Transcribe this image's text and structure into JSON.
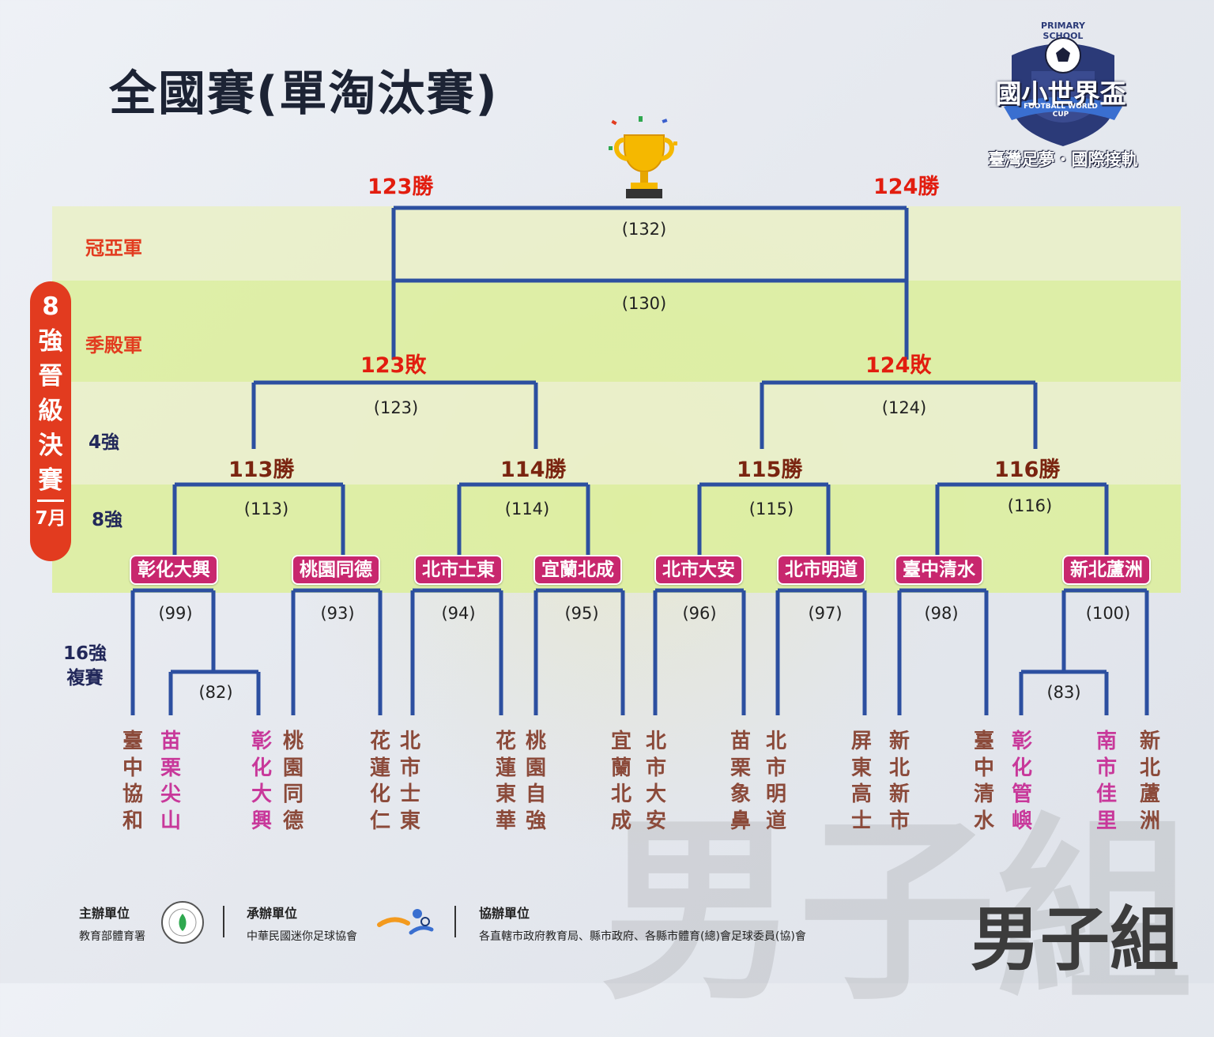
{
  "title": "全國賽(單淘汰賽)",
  "group_label": "男子組",
  "sidebar": {
    "vertical": "8強晉級決賽",
    "month": "7月"
  },
  "round_labels": {
    "final": "冠亞軍",
    "third": "季殿軍",
    "semi": "4強",
    "quarter": "8強",
    "r16": "16強\n複賽"
  },
  "result_labels": {
    "w123": "123勝",
    "w124": "124勝",
    "l123": "123敗",
    "l124": "124敗",
    "w113": "113勝",
    "w114": "114勝",
    "w115": "115勝",
    "w116": "116勝"
  },
  "games": {
    "g132": "(132)",
    "g130": "(130)",
    "g123": "(123)",
    "g124": "(124)",
    "g113": "(113)",
    "g114": "(114)",
    "g115": "(115)",
    "g116": "(116)",
    "g99": "(99)",
    "g93": "(93)",
    "g94": "(94)",
    "g95": "(95)",
    "g96": "(96)",
    "g97": "(97)",
    "g98": "(98)",
    "g100": "(100)",
    "g82": "(82)",
    "g83": "(83)"
  },
  "quarter_teams": [
    "彰化大興",
    "桃園同德",
    "北市士東",
    "宜蘭北成",
    "北市大安",
    "北市明道",
    "臺中清水",
    "新北蘆洲"
  ],
  "r16_teams": [
    "臺中協和",
    "苗栗尖山",
    "彰化大興",
    "桃園同德",
    "花蓮化仁",
    "北市士東",
    "花蓮東華",
    "桃園自強",
    "宜蘭北成",
    "北市大安",
    "苗栗象鼻",
    "北市明道",
    "屏東高士",
    "新北新市",
    "臺中清水",
    "彰化管嶼",
    "南市佳里",
    "新北蘆洲"
  ],
  "logo": {
    "school": "PRIMARY SCHOOL",
    "main": "國小世界盃",
    "sub": "FOOTBALL WORLD CUP",
    "tagline": "臺灣足夢・國際接軌"
  },
  "footer": {
    "host_label": "主辦單位",
    "host": "教育部體育署",
    "organizer_label": "承辦單位",
    "organizer": "中華民國迷你足球協會",
    "co_label": "協辦單位",
    "co": "各直轄市政府教育局、縣市政府、各縣市體育(總)會足球委員(協)會"
  },
  "colors": {
    "bracket": "#2c4fa0",
    "pill": "#c8276e",
    "red": "#e23b1f",
    "navy": "#22285a",
    "band_light": "#e8f0c4",
    "band_green": "#d9ee95"
  }
}
